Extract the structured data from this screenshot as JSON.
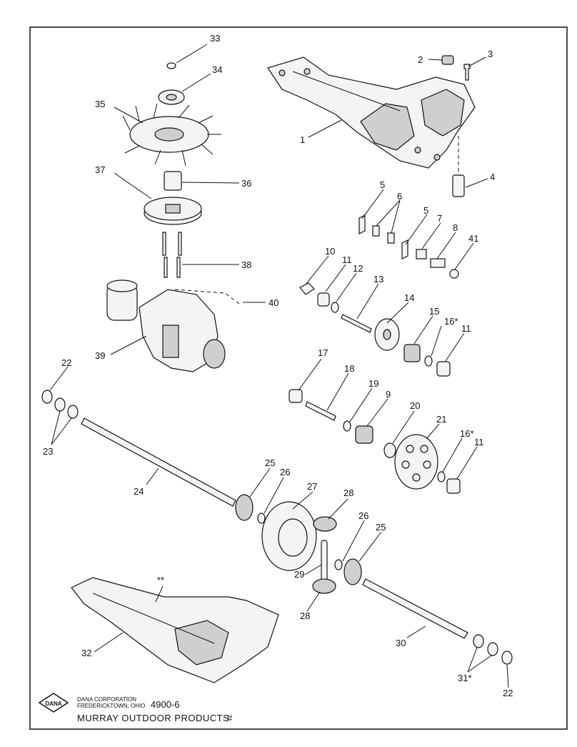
{
  "callouts": [
    {
      "id": "c1",
      "text": "1"
    },
    {
      "id": "c2",
      "text": "2"
    },
    {
      "id": "c3",
      "text": "3"
    },
    {
      "id": "c4",
      "text": "4"
    },
    {
      "id": "c5a",
      "text": "5"
    },
    {
      "id": "c5b",
      "text": "5"
    },
    {
      "id": "c6",
      "text": "6"
    },
    {
      "id": "c7",
      "text": "7"
    },
    {
      "id": "c8",
      "text": "8"
    },
    {
      "id": "c41",
      "text": "41"
    },
    {
      "id": "c10",
      "text": "10"
    },
    {
      "id": "c11a",
      "text": "11"
    },
    {
      "id": "c12",
      "text": "12"
    },
    {
      "id": "c13",
      "text": "13"
    },
    {
      "id": "c14",
      "text": "14"
    },
    {
      "id": "c15",
      "text": "15"
    },
    {
      "id": "c16a",
      "text": "16*"
    },
    {
      "id": "c11b",
      "text": "11"
    },
    {
      "id": "c17",
      "text": "17"
    },
    {
      "id": "c18",
      "text": "18"
    },
    {
      "id": "c19",
      "text": "19"
    },
    {
      "id": "c9",
      "text": "9"
    },
    {
      "id": "c20",
      "text": "20"
    },
    {
      "id": "c21",
      "text": "21"
    },
    {
      "id": "c16b",
      "text": "16*"
    },
    {
      "id": "c11c",
      "text": "11"
    },
    {
      "id": "c33",
      "text": "33"
    },
    {
      "id": "c34",
      "text": "34"
    },
    {
      "id": "c35",
      "text": "35"
    },
    {
      "id": "c37",
      "text": "37"
    },
    {
      "id": "c36",
      "text": "36"
    },
    {
      "id": "c38",
      "text": "38"
    },
    {
      "id": "c40",
      "text": "40"
    },
    {
      "id": "c39",
      "text": "39"
    },
    {
      "id": "c22a",
      "text": "22"
    },
    {
      "id": "c23",
      "text": "23"
    },
    {
      "id": "c24",
      "text": "24"
    },
    {
      "id": "c25a",
      "text": "25"
    },
    {
      "id": "c26a",
      "text": "26"
    },
    {
      "id": "c27",
      "text": "27"
    },
    {
      "id": "c28a",
      "text": "28"
    },
    {
      "id": "c26b",
      "text": "26"
    },
    {
      "id": "c25b",
      "text": "25"
    },
    {
      "id": "c29",
      "text": "29"
    },
    {
      "id": "c28b",
      "text": "28"
    },
    {
      "id": "c30",
      "text": "30"
    },
    {
      "id": "c31",
      "text": "31*"
    },
    {
      "id": "c22b",
      "text": "22"
    },
    {
      "id": "c32",
      "text": "32"
    },
    {
      "id": "cstar",
      "text": "**"
    }
  ],
  "footer": {
    "logo_text": "DANA",
    "company_line1": "DANA CORPORATION",
    "company_line2": "FREDERICKTOWN, OHIO",
    "diagram_number": "4900-6",
    "brand": "MURRAY OUTDOOR PRODUCTS",
    "hash": "#"
  }
}
